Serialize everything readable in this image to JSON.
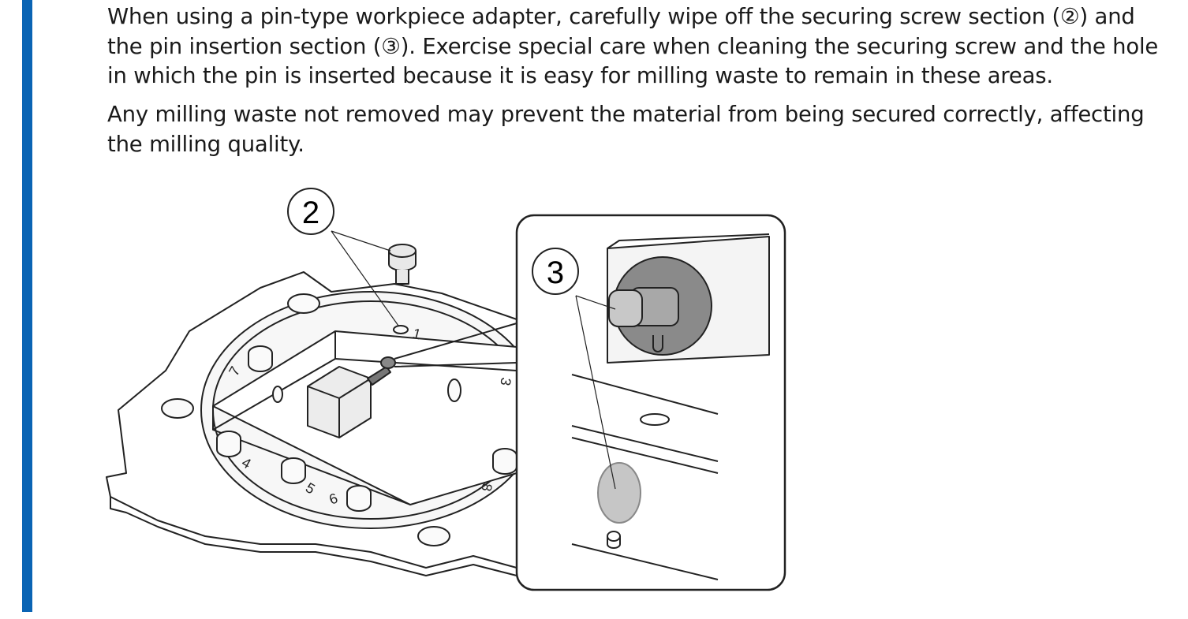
{
  "instructions": {
    "paragraph1_lines": [
      "When using a pin-type workpiece adapter, carefully wipe off the securing screw section (②) and",
      "the pin insertion section (③). Exercise special care when cleaning the securing screw and the hole",
      "in which the pin is inserted because it is easy for milling waste to remain in these areas."
    ],
    "paragraph2_lines": [
      "Any milling waste not removed may prevent the material from being secured correctly, affecting",
      "the milling quality."
    ]
  },
  "figure": {
    "callout_screw": "2",
    "callout_pin": "3",
    "slot_numbers": [
      "1",
      "3",
      "4",
      "5",
      "6",
      "7",
      "8"
    ]
  },
  "colors": {
    "accent_bar": "#0a64b4"
  }
}
